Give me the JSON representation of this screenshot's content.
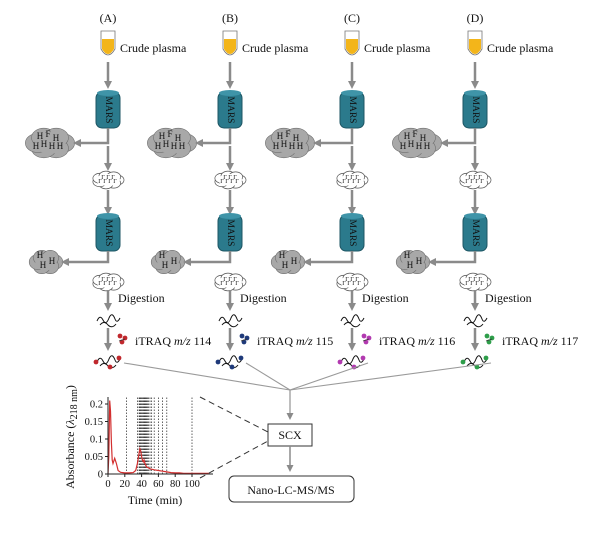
{
  "columns": [
    {
      "id": "A",
      "label": "(A)",
      "plasma": "Crude plasma",
      "column": "MARS",
      "digestion": "Digestion",
      "tag_prefix": "iTRAQ ",
      "tag_mz": "m/z",
      "tag_num": " 114",
      "tag_color": "#c0282d"
    },
    {
      "id": "B",
      "label": "(B)",
      "plasma": "Crude plasma",
      "column": "MARS",
      "digestion": "Digestion",
      "tag_prefix": "iTRAQ ",
      "tag_mz": "m/z",
      "tag_num": " 115",
      "tag_color": "#1f3a7a"
    },
    {
      "id": "C",
      "label": "(C)",
      "plasma": "Crude plasma",
      "column": "MARS",
      "digestion": "Digestion",
      "tag_prefix": "iTRAQ ",
      "tag_mz": "m/z",
      "tag_num": " 116",
      "tag_color": "#b23ab0"
    },
    {
      "id": "D",
      "label": "(D)",
      "plasma": "Crude plasma",
      "column": "MARS",
      "digestion": "Digestion",
      "tag_prefix": "iTRAQ ",
      "tag_mz": "m/z",
      "tag_num": " 117",
      "tag_color": "#2e9e4a"
    }
  ],
  "scx": "SCX",
  "nanolc": "Nano-LC-MS/MS",
  "colors": {
    "mars": "#2b7a8c",
    "mars_dark": "#1d5563",
    "plasma": "#f3b51a",
    "blob": "#a8a8a8",
    "arrow": "#8a8a8a",
    "trace": "#d32f2f"
  },
  "chart_data": {
    "type": "line",
    "title": "",
    "xlabel": "Time (min)",
    "ylabel_main": "Absorbance (",
    "ylabel_sub": "218 nm",
    "ylabel_end": ")",
    "ylabel_lambda": "λ",
    "xlim": [
      0,
      125
    ],
    "ylim": [
      0,
      0.22
    ],
    "xticks": [
      0,
      20,
      40,
      60,
      80,
      100
    ],
    "yticks": [
      0,
      0.05,
      0.1,
      0.15,
      0.2
    ],
    "ytick_labels": [
      "0",
      "0.05",
      "0.1",
      "0.15",
      "0.2"
    ],
    "fraction_lines": [
      22,
      35,
      37,
      38,
      39,
      40,
      41,
      42,
      43,
      44,
      45,
      46,
      47,
      48,
      50,
      52,
      55,
      60,
      65,
      70,
      100
    ],
    "series": [
      {
        "x": [
          0,
          1,
          2,
          3,
          4,
          5,
          6,
          8,
          10,
          12,
          15,
          20,
          25,
          30,
          33,
          35,
          37,
          38,
          39,
          40,
          41,
          42,
          43,
          44,
          45,
          46,
          48,
          50,
          55,
          60,
          65,
          70,
          75,
          80,
          85,
          90,
          100,
          110,
          120
        ],
        "y": [
          0.0,
          0.05,
          0.21,
          0.18,
          0.09,
          0.04,
          0.03,
          0.045,
          0.03,
          0.01,
          0.005,
          0.003,
          0.003,
          0.004,
          0.01,
          0.03,
          0.06,
          0.072,
          0.065,
          0.05,
          0.04,
          0.035,
          0.04,
          0.03,
          0.025,
          0.02,
          0.018,
          0.015,
          0.012,
          0.01,
          0.008,
          0.006,
          0.004,
          0.003,
          0.003,
          0.002,
          0.002,
          0.002,
          0.002
        ]
      }
    ]
  }
}
